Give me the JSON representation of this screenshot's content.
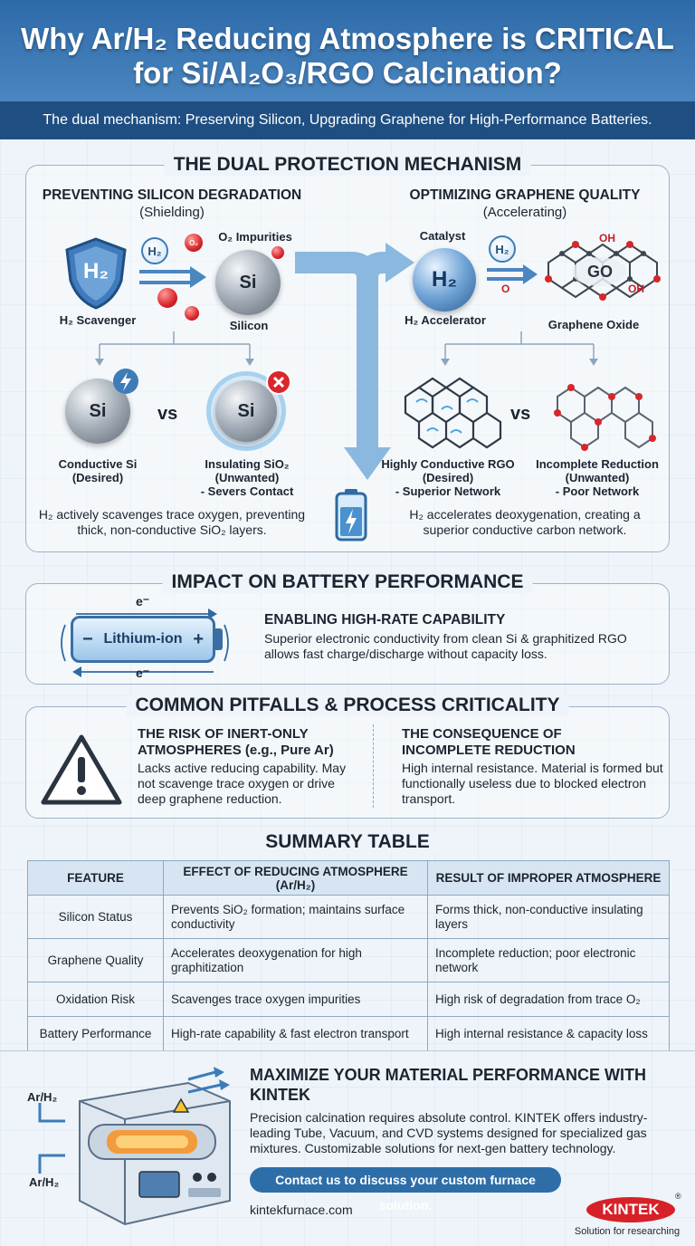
{
  "header": {
    "title": "Why Ar/H₂ Reducing Atmosphere is CRITICAL for Si/Al₂O₃/RGO Calcination?",
    "subtitle": "The dual mechanism: Preserving Silicon, Upgrading Graphene for High-Performance Batteries."
  },
  "dual": {
    "title": "THE DUAL PROTECTION MECHANISM",
    "left": {
      "heading": "PREVENTING SILICON DEGRADATION",
      "sub": "(Shielding)",
      "scavenger_label": "H₂ Scavenger",
      "shield_text": "H₂",
      "h2_bubble": "H₂",
      "o2_label": "O₂ Impurities",
      "o2_ball": "O₂",
      "si_text": "Si",
      "silicon_label": "Silicon",
      "good_label": "Conductive Si\n(Desired)",
      "bad_label": "Insulating SiO₂\n(Unwanted)\n- Severs Contact",
      "vs": "vs",
      "desc": "H₂ actively scavenges trace oxygen, preventing thick, non-conductive SiO₂ layers."
    },
    "right": {
      "heading": "OPTIMIZING GRAPHENE QUALITY",
      "sub": "(Accelerating)",
      "catalyst_label": "Catalyst",
      "accel_text": "H₂",
      "accel_label": "H₂ Accelerator",
      "h2_bubble": "H₂",
      "go_text": "GO",
      "oh1": "OH",
      "oh2": "OH",
      "o_label": "O",
      "go_label": "Graphene Oxide",
      "good_label": "Highly Conductive RGO\n(Desired)\n- Superior Network",
      "bad_label": "Incomplete Reduction\n(Unwanted)\n- Poor Network",
      "vs": "vs",
      "desc": "H₂ accelerates deoxygenation, creating a superior conductive carbon network."
    }
  },
  "impact": {
    "title": "IMPACT ON BATTERY PERFORMANCE",
    "battery_label": "Lithium-ion",
    "electron": "e⁻",
    "minus": "−",
    "plus": "+",
    "heading": "ENABLING HIGH-RATE CAPABILITY",
    "desc": "Superior electronic conductivity from clean Si & graphitized RGO allows fast charge/discharge without capacity loss."
  },
  "pitfalls": {
    "title": "COMMON PITFALLS & PROCESS CRITICALITY",
    "left_heading": "THE RISK OF INERT-ONLY ATMOSPHERES (e.g., Pure Ar)",
    "left_desc": "Lacks active reducing capability. May not scavenge trace oxygen or drive deep graphene reduction.",
    "right_heading": "THE CONSEQUENCE OF INCOMPLETE REDUCTION",
    "right_desc": "High internal resistance. Material is formed but functionally useless due to blocked electron transport."
  },
  "summary": {
    "title": "SUMMARY TABLE",
    "headers": [
      "FEATURE",
      "EFFECT OF REDUCING ATMOSPHERE (Ar/H₂)",
      "RESULT OF IMPROPER ATMOSPHERE"
    ],
    "rows": [
      [
        "Silicon Status",
        "Prevents SiO₂ formation; maintains surface conductivity",
        "Forms thick, non-conductive insulating layers"
      ],
      [
        "Graphene Quality",
        "Accelerates deoxygenation for high graphitization",
        "Incomplete reduction; poor electronic network"
      ],
      [
        "Oxidation Risk",
        "Scavenges trace oxygen impurities",
        "High risk of degradation from trace O₂"
      ],
      [
        "Battery Performance",
        "High-rate capability & fast electron transport",
        "High internal resistance & capacity loss"
      ]
    ]
  },
  "cta": {
    "heading": "MAXIMIZE YOUR MATERIAL PERFORMANCE WITH KINTEK",
    "desc": "Precision calcination requires absolute control. KINTEK offers industry-leading Tube, Vacuum, and CVD systems designed for specialized gas mixtures. Customizable solutions for next-gen battery technology.",
    "button": "Contact us to discuss your custom furnace solution.",
    "website": "kintekfurnace.com",
    "gas_in": "Ar/H₂",
    "gas_in2": "Ar/H₂",
    "logo": "KINTEK",
    "logo_mark": "®",
    "tagline": "Solution for researching"
  },
  "colors": {
    "accent": "#2d6ea9",
    "header": "#2d6aa8",
    "warning": "#d62129"
  },
  "icons": [
    "shield-icon",
    "lightning-icon",
    "x-icon",
    "battery-icon",
    "warning-icon",
    "furnace-icon"
  ]
}
